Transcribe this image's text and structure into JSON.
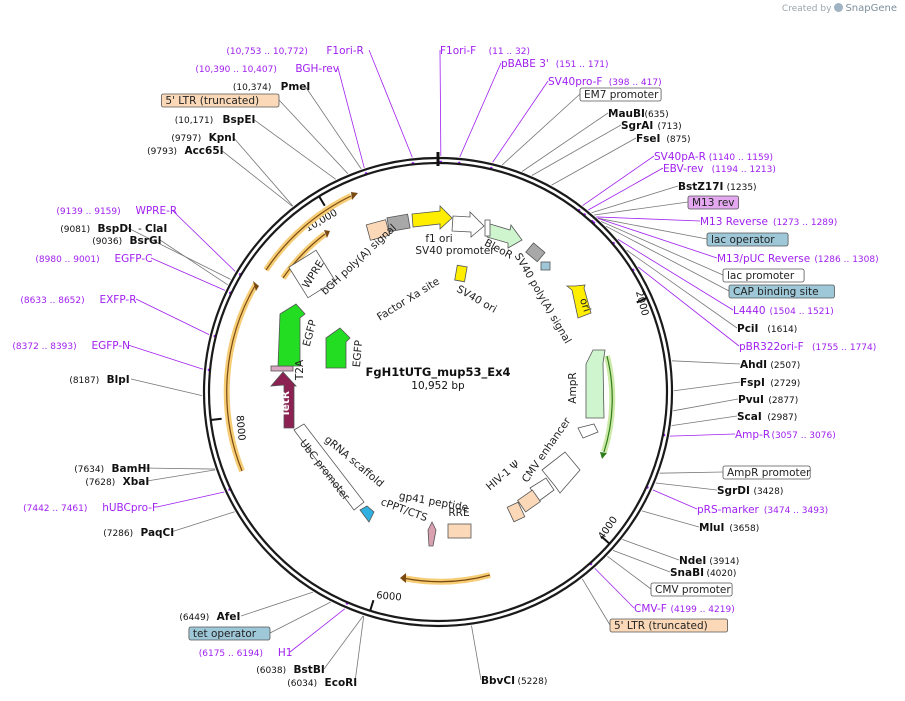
{
  "header": {
    "credit_prefix": "Created by",
    "credit_brand": "SnapGene"
  },
  "plasmid": {
    "name": "FgH1tUTG_mup53_Ex4",
    "length_label": "10,952 bp",
    "length": 10952
  },
  "colors": {
    "primer": "#a020f0",
    "site": "#111111",
    "outline": "#1a1a1a",
    "orf_orange": "#f2b84b",
    "orf_brown": "#7a4a12",
    "yellow": "#ffee00",
    "green": "#22dd22",
    "lightgreen": "#cff5cf",
    "tetR": "#8b2252"
  },
  "ticks": [
    {
      "label": "2000",
      "pos": 2000
    },
    {
      "label": "4000",
      "pos": 4000
    },
    {
      "label": "6000",
      "pos": 6000
    },
    {
      "label": "8000",
      "pos": 8000
    },
    {
      "label": "10,000",
      "pos": 10000
    }
  ],
  "map_labels": [
    {
      "id": "f1ori-r",
      "kind": "primer",
      "name": "F1ori-R",
      "coord": "(10,753 .. 10,772)",
      "pos": 10762
    },
    {
      "id": "f1ori-f",
      "kind": "primer",
      "name": "F1ori-F",
      "coord": "(11 .. 32)",
      "pos": 21
    },
    {
      "id": "pbabe3",
      "kind": "primer",
      "name": "pBABE 3'",
      "coord": "(151 .. 171)",
      "pos": 161
    },
    {
      "id": "bgh-rev",
      "kind": "primer",
      "name": "BGH-rev",
      "coord": "(10,390 .. 10,407)",
      "pos": 10398
    },
    {
      "id": "sv40pro-f",
      "kind": "primer",
      "name": "SV40pro-F",
      "coord": "(398 .. 417)",
      "pos": 407
    },
    {
      "id": "pmei",
      "kind": "site",
      "name": "PmeI",
      "coord": "(10,374)",
      "pos": 10374
    },
    {
      "id": "em7",
      "kind": "box",
      "name": "EM7 promoter",
      "coord": "",
      "pos": 480
    },
    {
      "id": "5ltr-top",
      "kind": "boxorange",
      "name": "5' LTR (truncated)",
      "coord": "",
      "pos": 10270
    },
    {
      "id": "maubi",
      "kind": "site",
      "name": "MauBI",
      "coord": "(635)",
      "pos": 635
    },
    {
      "id": "sgrai",
      "kind": "site",
      "name": "SgrAI",
      "coord": "(713)",
      "pos": 713
    },
    {
      "id": "bspei",
      "kind": "site",
      "name": "BspEI",
      "coord": "(10,171)",
      "pos": 10171
    },
    {
      "id": "fsei",
      "kind": "site",
      "name": "FseI",
      "coord": "(875)",
      "pos": 875
    },
    {
      "id": "kpni",
      "kind": "site",
      "name": "KpnI",
      "coord": "(9797)",
      "pos": 9797
    },
    {
      "id": "acc65i",
      "kind": "site",
      "name": "Acc65I",
      "coord": "(9793)",
      "pos": 9793
    },
    {
      "id": "sv40pa-r",
      "kind": "primer",
      "name": "SV40pA-R",
      "coord": "(1140 .. 1159)",
      "pos": 1150
    },
    {
      "id": "ebv-rev",
      "kind": "primer",
      "name": "EBV-rev",
      "coord": "(1194 .. 1213)",
      "pos": 1203
    },
    {
      "id": "bstz17i",
      "kind": "site",
      "name": "BstZ17I",
      "coord": "(1235)",
      "pos": 1235
    },
    {
      "id": "m13rev",
      "kind": "boxpurple",
      "name": "M13 rev",
      "coord": "",
      "pos": 1260
    },
    {
      "id": "wpre-r",
      "kind": "primer",
      "name": "WPRE-R",
      "coord": "(9139 .. 9159)",
      "pos": 9149
    },
    {
      "id": "m13reverse",
      "kind": "primer",
      "name": "M13 Reverse",
      "coord": "(1273 .. 1289)",
      "pos": 1281
    },
    {
      "id": "bspdi",
      "kind": "site",
      "name": "BspDI",
      "coord": "(9081)",
      "pos": 9081
    },
    {
      "id": "clai",
      "kind": "site",
      "name": "ClaI",
      "coord": "",
      "pos": 9081
    },
    {
      "id": "bsrgi",
      "kind": "site",
      "name": "BsrGI",
      "coord": "(9036)",
      "pos": 9036
    },
    {
      "id": "lacop",
      "kind": "boxteal",
      "name": "lac operator",
      "coord": "",
      "pos": 1295
    },
    {
      "id": "m13puc",
      "kind": "primer",
      "name": "M13/pUC Reverse",
      "coord": "(1286 .. 1308)",
      "pos": 1297
    },
    {
      "id": "egfp-c",
      "kind": "primer",
      "name": "EGFP-C",
      "coord": "(8980 .. 9001)",
      "pos": 8990
    },
    {
      "id": "lacprom",
      "kind": "box",
      "name": "lac promoter",
      "coord": "",
      "pos": 1330
    },
    {
      "id": "cap",
      "kind": "boxteal",
      "name": "CAP binding site",
      "coord": "",
      "pos": 1380
    },
    {
      "id": "exfp-r",
      "kind": "primer",
      "name": "EXFP-R",
      "coord": "(8633 .. 8652)",
      "pos": 8642
    },
    {
      "id": "l4440",
      "kind": "primer",
      "name": "L4440",
      "coord": "(1504 .. 1521)",
      "pos": 1512
    },
    {
      "id": "pcii",
      "kind": "site",
      "name": "PciI",
      "coord": "(1614)",
      "pos": 1614
    },
    {
      "id": "egfp-n",
      "kind": "primer",
      "name": "EGFP-N",
      "coord": "(8372 .. 8393)",
      "pos": 8382
    },
    {
      "id": "pbr322",
      "kind": "primer",
      "name": "pBR322ori-F",
      "coord": "(1755 .. 1774)",
      "pos": 1764
    },
    {
      "id": "blpi",
      "kind": "site",
      "name": "BlpI",
      "coord": "(8187)",
      "pos": 8187
    },
    {
      "id": "ahdi",
      "kind": "site",
      "name": "AhdI",
      "coord": "(2507)",
      "pos": 2507
    },
    {
      "id": "fspi",
      "kind": "site",
      "name": "FspI",
      "coord": "(2729)",
      "pos": 2729
    },
    {
      "id": "pvui",
      "kind": "site",
      "name": "PvuI",
      "coord": "(2877)",
      "pos": 2877
    },
    {
      "id": "scai",
      "kind": "site",
      "name": "ScaI",
      "coord": "(2987)",
      "pos": 2987
    },
    {
      "id": "amp-r",
      "kind": "primer",
      "name": "Amp-R",
      "coord": "(3057 .. 3076)",
      "pos": 3066
    },
    {
      "id": "bamhi",
      "kind": "site",
      "name": "BamHI",
      "coord": "(7634)",
      "pos": 7634
    },
    {
      "id": "xbai",
      "kind": "site",
      "name": "XbaI",
      "coord": "(7628)",
      "pos": 7628
    },
    {
      "id": "ampr-prom",
      "kind": "box",
      "name": "AmpR promoter",
      "coord": "",
      "pos": 3350
    },
    {
      "id": "sgrdi",
      "kind": "site",
      "name": "SgrDI",
      "coord": "(3428)",
      "pos": 3428
    },
    {
      "id": "hubcpro",
      "kind": "primer",
      "name": "hUBCpro-F",
      "coord": "(7442 .. 7461)",
      "pos": 7451
    },
    {
      "id": "prs",
      "kind": "primer",
      "name": "pRS-marker",
      "coord": "(3474 .. 3493)",
      "pos": 3483
    },
    {
      "id": "mlui",
      "kind": "site",
      "name": "MluI",
      "coord": "(3658)",
      "pos": 3658
    },
    {
      "id": "paqci",
      "kind": "site",
      "name": "PaqCI",
      "coord": "(7286)",
      "pos": 7286
    },
    {
      "id": "ndei",
      "kind": "site",
      "name": "NdeI",
      "coord": "(3914)",
      "pos": 3914
    },
    {
      "id": "snabi",
      "kind": "site",
      "name": "SnaBI",
      "coord": "(4020)",
      "pos": 4020
    },
    {
      "id": "cmvprom",
      "kind": "box",
      "name": "CMV promoter",
      "coord": "",
      "pos": 4080
    },
    {
      "id": "cmv-f",
      "kind": "primer",
      "name": "CMV-F",
      "coord": "(4199 .. 4219)",
      "pos": 4209
    },
    {
      "id": "5ltr-bot",
      "kind": "boxorange",
      "name": "5' LTR (truncated)",
      "coord": "",
      "pos": 4330
    },
    {
      "id": "afei",
      "kind": "site",
      "name": "AfeI",
      "coord": "(6449)",
      "pos": 6449
    },
    {
      "id": "tetop",
      "kind": "boxteal",
      "name": "tet operator",
      "coord": "",
      "pos": 6300
    },
    {
      "id": "h1",
      "kind": "primer",
      "name": "H1",
      "coord": "(6175 .. 6194)",
      "pos": 6184
    },
    {
      "id": "bstbi",
      "kind": "site",
      "name": "BstBI",
      "coord": "(6038)",
      "pos": 6038
    },
    {
      "id": "ecori",
      "kind": "site",
      "name": "EcoRI",
      "coord": "(6034)",
      "pos": 6034
    },
    {
      "id": "bbvci",
      "kind": "site",
      "name": "BbvCI",
      "coord": "(5228)",
      "pos": 5228
    }
  ],
  "features": [
    {
      "id": "f-wpre",
      "name": "WPRE",
      "kind": "box"
    },
    {
      "id": "f-bgh",
      "name": "bGH poly(A) signal",
      "kind": "text"
    },
    {
      "id": "f-f1ori",
      "name": "f1 ori",
      "kind": "text"
    },
    {
      "id": "f-sv40p",
      "name": "SV40 promoter",
      "kind": "text"
    },
    {
      "id": "f-bleor",
      "name": "BleoR",
      "kind": "text"
    },
    {
      "id": "f-sv40pa",
      "name": "SV40 poly(A) signal",
      "kind": "text"
    },
    {
      "id": "f-factorxa",
      "name": "Factor Xa site",
      "kind": "text"
    },
    {
      "id": "f-sv40ori",
      "name": "SV40 ori",
      "kind": "text"
    },
    {
      "id": "f-egfp1",
      "name": "EGFP",
      "kind": "text"
    },
    {
      "id": "f-egfp2",
      "name": "EGFP",
      "kind": "text"
    },
    {
      "id": "f-ori",
      "name": "ori",
      "kind": "text"
    },
    {
      "id": "f-t2a",
      "name": "T2A",
      "kind": "text"
    },
    {
      "id": "f-tetr",
      "name": "TetR",
      "kind": "text"
    },
    {
      "id": "f-ampr",
      "name": "AmpR",
      "kind": "text"
    },
    {
      "id": "f-grna",
      "name": "gRNA scaffold",
      "kind": "text"
    },
    {
      "id": "f-cmvenh",
      "name": "CMV enhancer",
      "kind": "text"
    },
    {
      "id": "f-ubc",
      "name": "UbC promoter",
      "kind": "box"
    },
    {
      "id": "f-hivpsi",
      "name": "HIV-1 Ψ",
      "kind": "text"
    },
    {
      "id": "f-gp41",
      "name": "gp41 peptide",
      "kind": "text"
    },
    {
      "id": "f-cppt",
      "name": "cPPT/CTS",
      "kind": "text"
    },
    {
      "id": "f-rre",
      "name": "RRE",
      "kind": "text"
    }
  ]
}
